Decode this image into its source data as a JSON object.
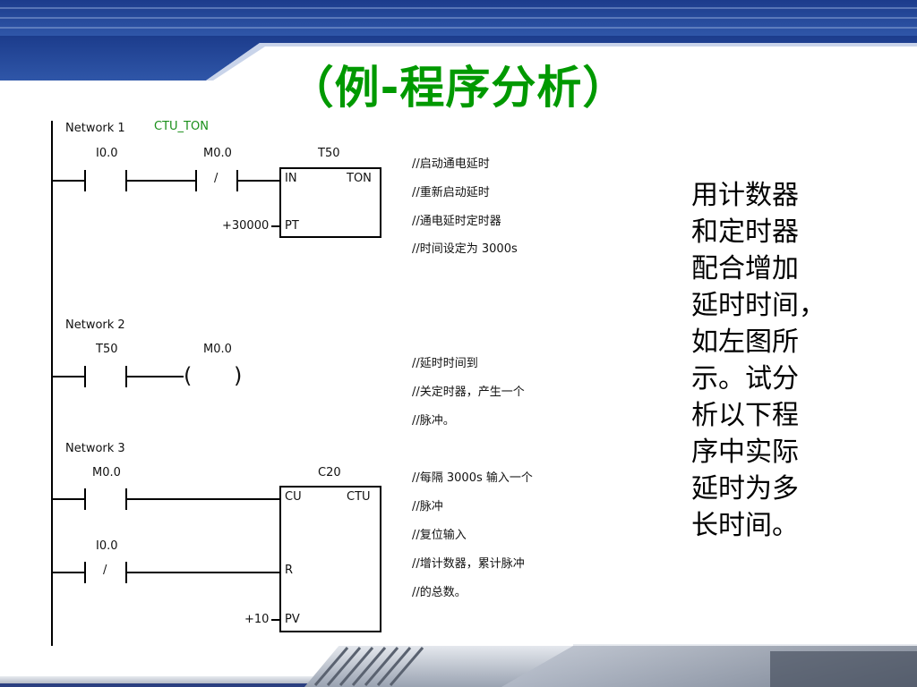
{
  "title": "（例-程序分析）",
  "ladder": {
    "network1": {
      "name": "Network 1",
      "comment": "CTU_TON",
      "contact1": "I0.0",
      "contact2": "M0.0",
      "contact2_sym": "/",
      "box_name": "T50",
      "box_type": "TON",
      "pin_in": "IN",
      "pin_pt": "PT",
      "pt_value": "+30000",
      "comments": [
        "//启动通电延时",
        "//重新启动延时",
        "//通电延时定时器",
        "//时间设定为 3000s"
      ]
    },
    "network2": {
      "name": "Network 2",
      "contact": "T50",
      "coil": "M0.0",
      "coil_left": "(",
      "coil_right": ")",
      "comments": [
        "//延时时间到",
        "//关定时器，产生一个",
        "//脉冲。"
      ]
    },
    "network3": {
      "name": "Network 3",
      "contact1": "M0.0",
      "contact2": "I0.0",
      "contact2_sym": "/",
      "box_name": "C20",
      "box_type": "CTU",
      "pin_cu": "CU",
      "pin_r": "R",
      "pin_pv": "PV",
      "pv_value": "+10",
      "comments": [
        "//每隔 3000s 输入一个",
        "//脉冲",
        "//复位输入",
        "//增计数器，累计脉冲",
        "//的总数。"
      ]
    }
  },
  "side_text": [
    "用计数器",
    "和定时器",
    "配合增加",
    "延时时间，",
    "如左图所",
    "示。试分",
    "析以下程",
    "序中实际",
    "延时为多",
    "长时间。"
  ],
  "colors": {
    "title": "#009900",
    "banner_dark": "#1f3f8f",
    "banner_mid": "#5a7fc4",
    "comment_green": "#1a8f1a"
  }
}
